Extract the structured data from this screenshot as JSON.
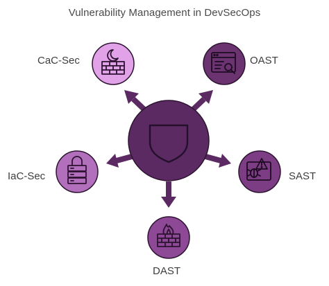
{
  "diagram": {
    "title": "Vulnerability Management in DevSecOps",
    "center": {
      "icon": "shield-icon"
    },
    "nodes": [
      {
        "id": "cac",
        "label": "CaC-Sec",
        "icon": "firewall-moon-icon",
        "fill": "#e1a2e8"
      },
      {
        "id": "oast",
        "label": "OAST",
        "icon": "browser-search-icon",
        "fill": "#6b3370"
      },
      {
        "id": "iac",
        "label": "IaC-Sec",
        "icon": "server-lock-icon",
        "fill": "#b26fbb"
      },
      {
        "id": "sast",
        "label": "SAST",
        "icon": "bug-alert-icon",
        "fill": "#7d3d85"
      },
      {
        "id": "dast",
        "label": "DAST",
        "icon": "firewall-flame-icon",
        "fill": "#8d4896"
      }
    ],
    "colors": {
      "center": "#5c2a63",
      "arrows": "#5c2a63",
      "outline": "#2d1330"
    }
  }
}
